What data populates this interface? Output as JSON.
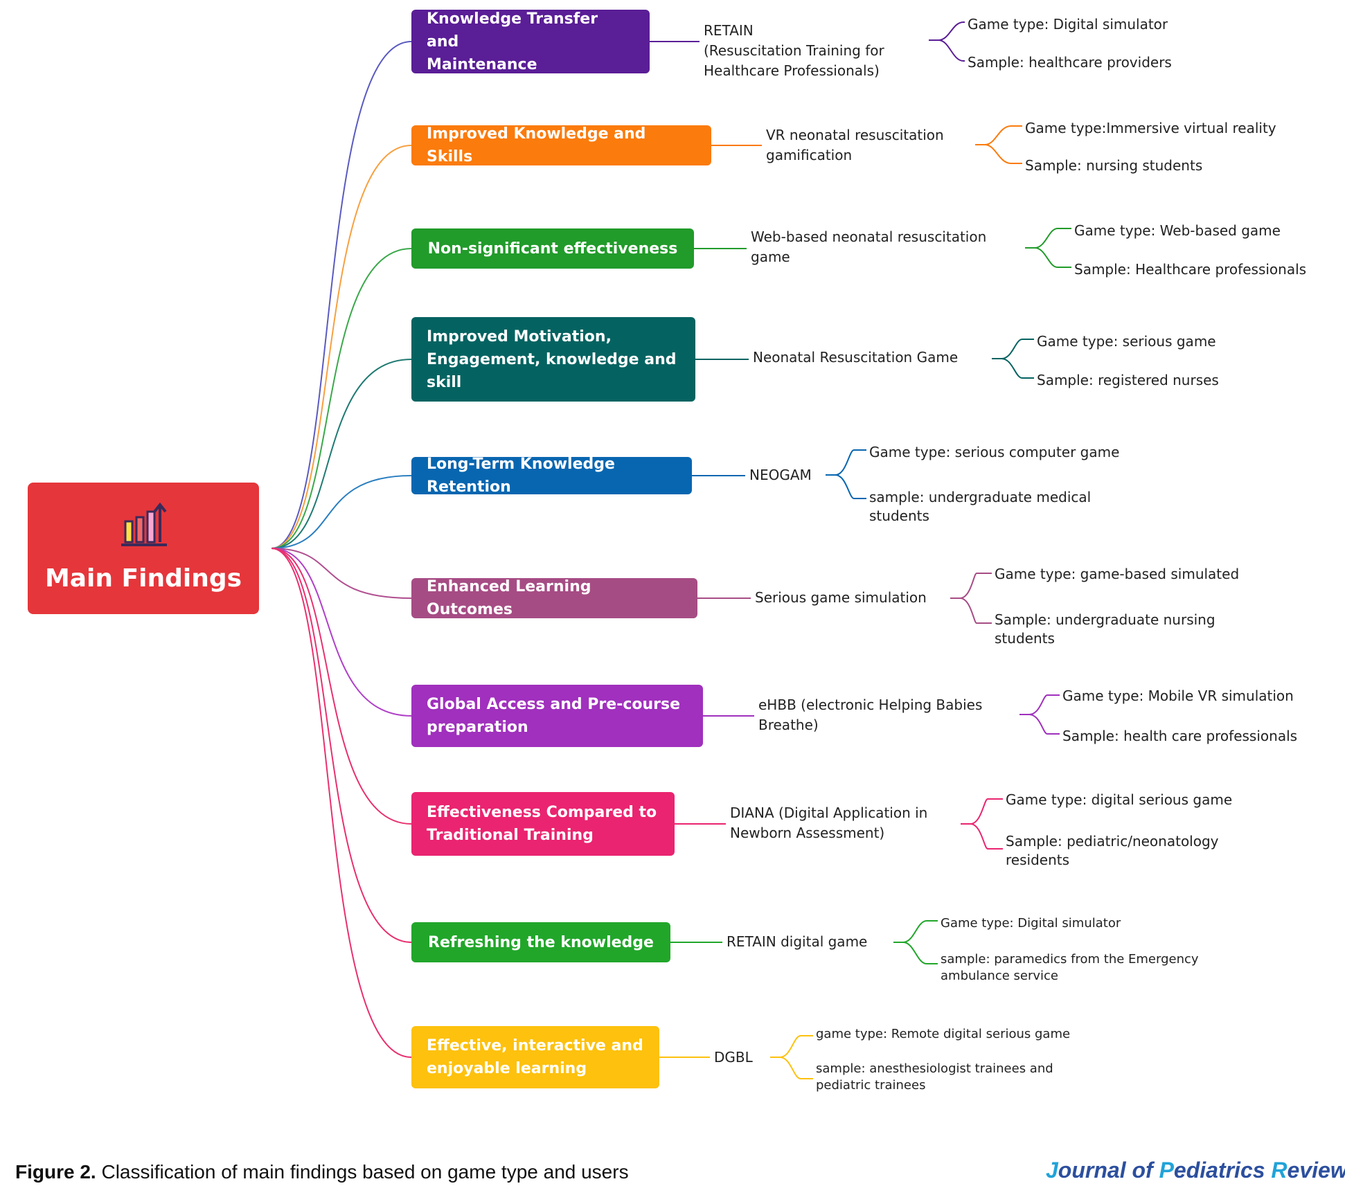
{
  "root": {
    "title": "Main Findings",
    "icon": "bar-chart-arrow-icon",
    "color": "#e5363b"
  },
  "branches": [
    {
      "finding": "Knowledge Transfer and\nMaintenance",
      "color": "#5a1e96",
      "game": "RETAIN\n(Resuscitation Training for\nHealthcare Professionals)",
      "game_type": "Game type: Digital simulator",
      "sample": "Sample: healthcare providers"
    },
    {
      "finding": "Improved Knowledge and Skills",
      "color": "#fb7b0c",
      "game": "VR neonatal resuscitation\ngamification",
      "game_type": "Game type:Immersive virtual reality",
      "sample": "Sample: nursing students"
    },
    {
      "finding": "Non-significant effectiveness",
      "color": "#219b2a",
      "game": "Web-based neonatal resuscitation\ngame",
      "game_type": "Game type: Web-based game",
      "sample": "Sample: Healthcare professionals"
    },
    {
      "finding": "Improved Motivation,\nEngagement, knowledge and\nskill",
      "color": "#046361",
      "game": "Neonatal Resuscitation Game",
      "game_type": "Game type: serious game",
      "sample": "Sample: registered nurses"
    },
    {
      "finding": "Long-Term Knowledge Retention",
      "color": "#0866b0",
      "game": "NEOGAM",
      "game_type": "Game type: serious computer game",
      "sample": "sample: undergraduate medical\nstudents"
    },
    {
      "finding": "Enhanced Learning Outcomes",
      "color": "#a64c84",
      "game": "Serious game simulation",
      "game_type": "Game type: game-based simulated",
      "sample": "Sample: undergraduate nursing\nstudents"
    },
    {
      "finding": "Global Access and Pre-course\npreparation",
      "color": "#a030bd",
      "game": "eHBB (electronic Helping Babies\nBreathe)",
      "game_type": "Game type: Mobile VR  simulation",
      "sample": "Sample: health care professionals"
    },
    {
      "finding": "Effectiveness Compared to\nTraditional Training",
      "color": "#ea2470",
      "game": "DIANA (Digital Application in\nNewborn Assessment)",
      "game_type": "Game type: digital serious game",
      "sample": "Sample: pediatric/neonatology\nresidents"
    },
    {
      "finding": "Refreshing the knowledge",
      "color": "#21a62a",
      "game": "RETAIN digital game",
      "game_type": "Game type: Digital simulator",
      "sample": "sample: paramedics from the Emergency\nambulance service"
    },
    {
      "finding": "Effective, interactive and\nenjoyable learning",
      "color": "#fdc10e",
      "game": "DGBL",
      "game_type": "game type: Remote digital serious game",
      "sample": "sample: anesthesiologist trainees and\npediatric trainees"
    }
  ],
  "connector_colors": [
    "#5a5ac0",
    "#f7a040",
    "#3aa84a",
    "#1e7a72",
    "#2a7fc0",
    "#b05090",
    "#b040c8",
    "#e83070",
    "#e83070",
    "#e83070"
  ],
  "caption": {
    "label": "Figure 2.",
    "text": " Classification of main findings based on game type and users"
  },
  "journal": {
    "w1": "J",
    "w1b": "ournal of ",
    "w2": "P",
    "w2b": "ediatrics ",
    "w3": "R",
    "w3b": "eview"
  }
}
